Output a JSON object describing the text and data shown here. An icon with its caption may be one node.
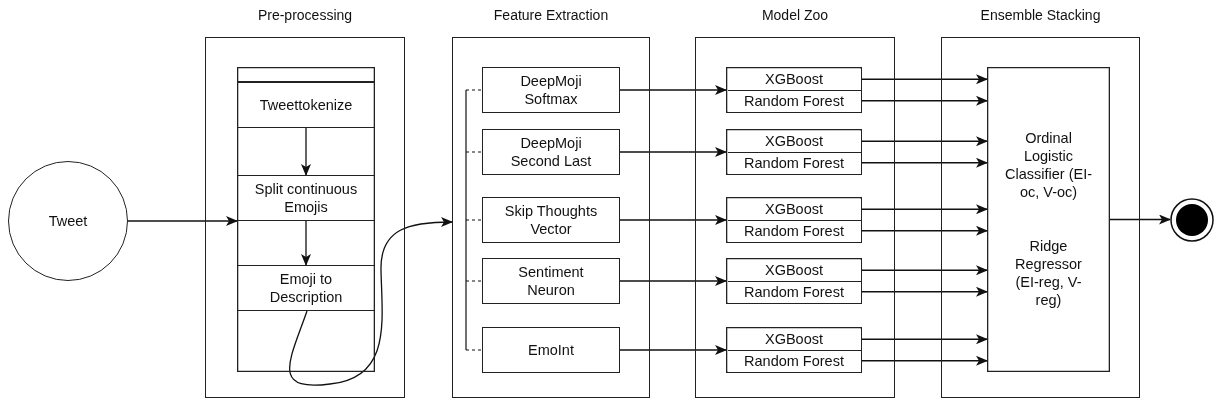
{
  "diagram": {
    "nodes": [
      {
        "text": [
          "Tweet"
        ]
      },
      {
        "text": [
          "Pre-processing"
        ]
      },
      {
        "text": [],
        "shape": "box",
        "in": 1
      },
      {
        "text": [
          "Tweettokenize"
        ],
        "in": 2
      },
      {
        "text": [
          "Split continuous Emojis"
        ],
        "in": 2
      },
      {
        "text": [
          "Emoji to Description"
        ],
        "in": 2
      },
      {
        "text": [
          "Feature Extraction"
        ]
      },
      {
        "text": [
          "DeepMoji Softmax"
        ],
        "in": 6
      },
      {
        "text": [
          "DeepMoji Second Last"
        ],
        "in": 6
      },
      {
        "text": [
          "Skip Thoughts Vector"
        ],
        "in": 6
      },
      {
        "text": [
          "Sentiment Neuron"
        ],
        "in": 6
      },
      {
        "text": [
          "EmoInt"
        ],
        "in": 6
      },
      {
        "text": [
          "Model Zoo"
        ]
      },
      {
        "text": [],
        "shape": "box",
        "in": 12
      },
      {
        "text": [
          "XGBoost"
        ],
        "in": 13
      },
      {
        "text": [
          "Random Forest"
        ],
        "in": 13
      },
      {
        "text": [],
        "shape": "box",
        "in": 12
      },
      {
        "text": [
          "XGBoost"
        ],
        "in": 16
      },
      {
        "text": [
          "Random Forest"
        ],
        "in": 16
      },
      {
        "text": [],
        "shape": "box",
        "in": 12
      },
      {
        "text": [
          "XGBoost"
        ],
        "in": 19
      },
      {
        "text": [
          "Random Forest"
        ],
        "in": 19
      },
      {
        "text": [],
        "shape": "box",
        "in": 12
      },
      {
        "text": [
          "XGBoost"
        ],
        "in": 22
      },
      {
        "text": [
          "Random Forest"
        ],
        "in": 22
      },
      {
        "text": [],
        "shape": "box",
        "in": 12
      },
      {
        "text": [
          "XGBoost"
        ],
        "in": 25
      },
      {
        "text": [
          "Random Forest"
        ],
        "in": 25
      },
      {
        "text": [
          "Ensemble Stacking"
        ]
      },
      {
        "text": [
          "Ordinal Logistic Classifier (EI-oc, V-oc)",
          "Ridge Regressor (EI-reg, V-reg)"
        ],
        "in": 28
      },
      {
        "text": [],
        "shape": "circle"
      }
    ],
    "edges": [
      {
        "from": 0,
        "to": 4,
        "arrow": "to"
      },
      {
        "from": 3,
        "to": 4,
        "arrow": "to"
      },
      {
        "from": 4,
        "to": 5,
        "arrow": "to"
      },
      {
        "from": 5,
        "to": 6,
        "arrow": "to"
      },
      {
        "from": 7,
        "to": 13,
        "arrow": "to"
      },
      {
        "from": 8,
        "to": 16,
        "arrow": "to"
      },
      {
        "from": 9,
        "to": 19,
        "arrow": "to"
      },
      {
        "from": 10,
        "to": 22,
        "arrow": "to"
      },
      {
        "from": 11,
        "to": 25,
        "arrow": "to"
      },
      {
        "from": 14,
        "to": 29,
        "arrow": "to"
      },
      {
        "from": 15,
        "to": 29,
        "arrow": "to"
      },
      {
        "from": 17,
        "to": 29,
        "arrow": "to"
      },
      {
        "from": 18,
        "to": 29,
        "arrow": "to"
      },
      {
        "from": 20,
        "to": 29,
        "arrow": "to"
      },
      {
        "from": 21,
        "to": 29,
        "arrow": "to"
      },
      {
        "from": 23,
        "to": 29,
        "arrow": "to"
      },
      {
        "from": 24,
        "to": 29,
        "arrow": "to"
      },
      {
        "from": 26,
        "to": 29,
        "arrow": "to"
      },
      {
        "from": 27,
        "to": 29,
        "arrow": "to"
      },
      {
        "from": 29,
        "to": 30,
        "arrow": "to"
      }
    ]
  }
}
